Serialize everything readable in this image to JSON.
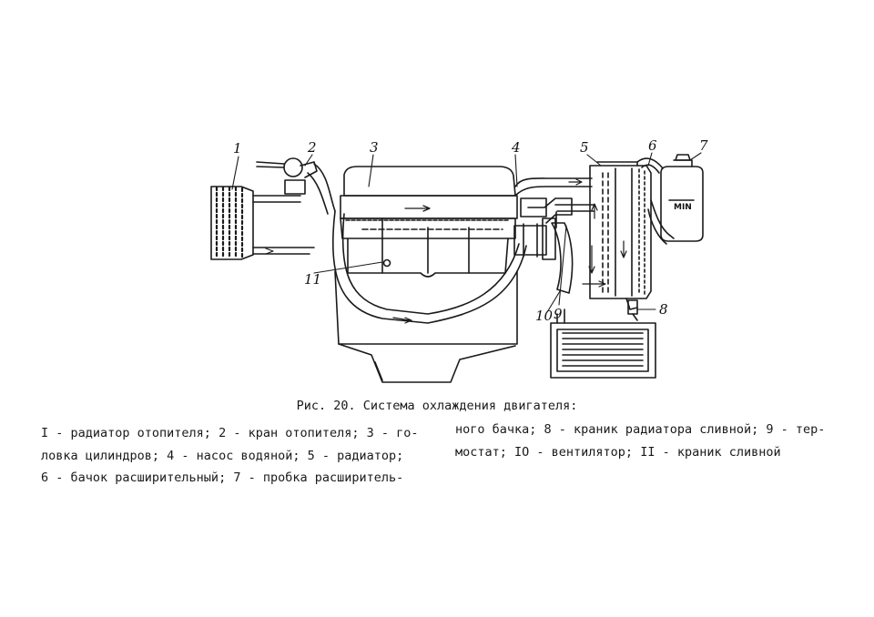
{
  "figure": {
    "callouts": [
      "1",
      "2",
      "3",
      "4",
      "5",
      "6",
      "7",
      "8",
      "9",
      "10",
      "11"
    ],
    "tank_label": "MIN"
  },
  "caption": "Рис. 20. Система охлаждения двигателя:",
  "legend": {
    "left_lines": [
      "I - радиатор отопителя; 2 - кран отопителя; 3 - го-",
      "ловка цилиндров; 4 - насос водяной; 5 - радиатор;",
      "6 - бачок расширительный; 7 - пробка расширитель-"
    ],
    "right_lines": [
      "ного бачка; 8 - краник радиатора сливной; 9 - тер-",
      "мостат; IO - вентилятор; II - краник сливной"
    ]
  }
}
